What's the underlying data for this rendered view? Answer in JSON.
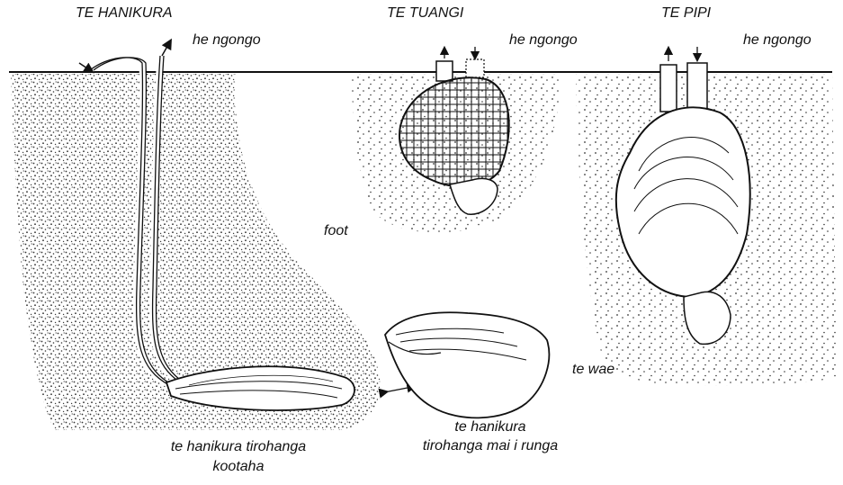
{
  "titles": {
    "hanikura": "TE HANIKURA",
    "tuangi": "TE TUANGI",
    "pipi": "TE PIPI"
  },
  "labels": {
    "siphon_hanikura": "he ngongo",
    "siphon_tuangi": "he ngongo",
    "siphon_pipi": "he ngongo",
    "foot": "foot",
    "te_wae": "te wae",
    "side_view_line1": "te hanikura tirohanga",
    "side_view_line2": "kootaha",
    "top_view_line1": "te hanikura",
    "top_view_line2": "tirohanga mai i runga"
  },
  "colors": {
    "ink": "#111111",
    "sand": "#9a9a9a",
    "background": "#ffffff"
  }
}
